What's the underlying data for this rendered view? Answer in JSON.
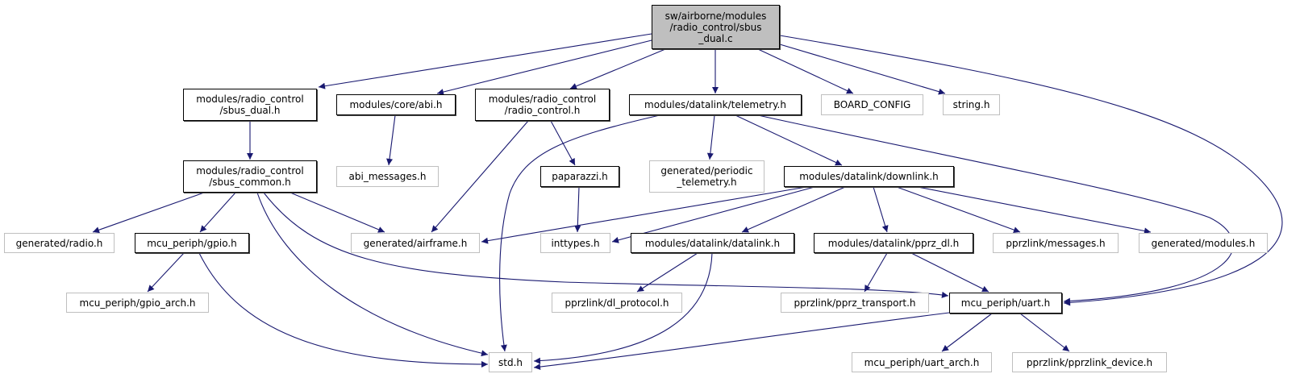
{
  "graph": {
    "edge_color": "#191970",
    "root_fill": "#bfbfbf",
    "nodes": [
      {
        "id": "root",
        "label": "sw/airborne/modules\n/radio_control/sbus\n_dual.c",
        "style": "root"
      },
      {
        "id": "sbus_dual_h",
        "label": "modules/radio_control\n/sbus_dual.h",
        "style": "dark"
      },
      {
        "id": "abi_h",
        "label": "modules/core/abi.h",
        "style": "dark"
      },
      {
        "id": "radio_control_h",
        "label": "modules/radio_control\n/radio_control.h",
        "style": "dark"
      },
      {
        "id": "telemetry_h",
        "label": "modules/datalink/telemetry.h",
        "style": "dark"
      },
      {
        "id": "board_config",
        "label": "BOARD_CONFIG",
        "style": "light"
      },
      {
        "id": "string_h",
        "label": "string.h",
        "style": "light"
      },
      {
        "id": "abi_messages_h",
        "label": "abi_messages.h",
        "style": "light"
      },
      {
        "id": "sbus_common_h",
        "label": "modules/radio_control\n/sbus_common.h",
        "style": "dark"
      },
      {
        "id": "paparazzi_h",
        "label": "paparazzi.h",
        "style": "dark"
      },
      {
        "id": "periodic_telemetry_h",
        "label": "generated/periodic\n_telemetry.h",
        "style": "light"
      },
      {
        "id": "downlink_h",
        "label": "modules/datalink/downlink.h",
        "style": "dark"
      },
      {
        "id": "radio_h",
        "label": "generated/radio.h",
        "style": "light"
      },
      {
        "id": "gpio_h",
        "label": "mcu_periph/gpio.h",
        "style": "dark"
      },
      {
        "id": "airframe_h",
        "label": "generated/airframe.h",
        "style": "light"
      },
      {
        "id": "inttypes_h",
        "label": "inttypes.h",
        "style": "light"
      },
      {
        "id": "datalink_h",
        "label": "modules/datalink/datalink.h",
        "style": "dark"
      },
      {
        "id": "pprz_dl_h",
        "label": "modules/datalink/pprz_dl.h",
        "style": "dark"
      },
      {
        "id": "messages_h",
        "label": "pprzlink/messages.h",
        "style": "light"
      },
      {
        "id": "modules_h",
        "label": "generated/modules.h",
        "style": "light"
      },
      {
        "id": "gpio_arch_h",
        "label": "mcu_periph/gpio_arch.h",
        "style": "light"
      },
      {
        "id": "dl_protocol_h",
        "label": "pprzlink/dl_protocol.h",
        "style": "light"
      },
      {
        "id": "pprz_transport_h",
        "label": "pprzlink/pprz_transport.h",
        "style": "light"
      },
      {
        "id": "uart_h",
        "label": "mcu_periph/uart.h",
        "style": "dark"
      },
      {
        "id": "std_h",
        "label": "std.h",
        "style": "light"
      },
      {
        "id": "uart_arch_h",
        "label": "mcu_periph/uart_arch.h",
        "style": "light"
      },
      {
        "id": "pprzlink_device_h",
        "label": "pprzlink/pprzlink_device.h",
        "style": "light"
      }
    ],
    "edges": [
      [
        "root",
        "sbus_dual_h"
      ],
      [
        "root",
        "abi_h"
      ],
      [
        "root",
        "radio_control_h"
      ],
      [
        "root",
        "telemetry_h"
      ],
      [
        "root",
        "board_config"
      ],
      [
        "root",
        "string_h"
      ],
      [
        "root",
        "uart_h"
      ],
      [
        "telemetry_h",
        "uart_h"
      ],
      [
        "telemetry_h",
        "std_h"
      ],
      [
        "telemetry_h",
        "periodic_telemetry_h"
      ],
      [
        "telemetry_h",
        "downlink_h"
      ],
      [
        "radio_control_h",
        "airframe_h"
      ],
      [
        "radio_control_h",
        "paparazzi_h"
      ],
      [
        "sbus_dual_h",
        "sbus_common_h"
      ],
      [
        "abi_h",
        "abi_messages_h"
      ],
      [
        "paparazzi_h",
        "inttypes_h"
      ],
      [
        "sbus_common_h",
        "radio_h"
      ],
      [
        "sbus_common_h",
        "gpio_h"
      ],
      [
        "sbus_common_h",
        "airframe_h"
      ],
      [
        "sbus_common_h",
        "std_h"
      ],
      [
        "sbus_common_h",
        "uart_h"
      ],
      [
        "gpio_h",
        "gpio_arch_h"
      ],
      [
        "gpio_h",
        "std_h"
      ],
      [
        "downlink_h",
        "airframe_h"
      ],
      [
        "downlink_h",
        "inttypes_h"
      ],
      [
        "downlink_h",
        "datalink_h"
      ],
      [
        "downlink_h",
        "pprz_dl_h"
      ],
      [
        "downlink_h",
        "messages_h"
      ],
      [
        "downlink_h",
        "modules_h"
      ],
      [
        "datalink_h",
        "dl_protocol_h"
      ],
      [
        "datalink_h",
        "std_h"
      ],
      [
        "pprz_dl_h",
        "pprz_transport_h"
      ],
      [
        "pprz_dl_h",
        "uart_h"
      ],
      [
        "uart_h",
        "std_h"
      ],
      [
        "uart_h",
        "uart_arch_h"
      ],
      [
        "uart_h",
        "pprzlink_device_h"
      ]
    ]
  }
}
